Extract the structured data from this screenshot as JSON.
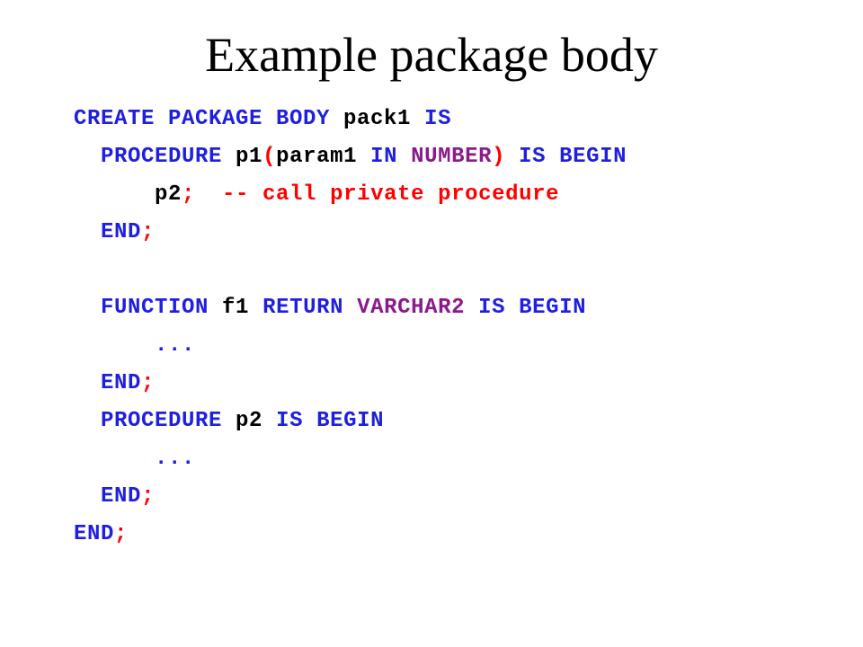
{
  "slide": {
    "title": "Example package body"
  },
  "colors": {
    "keyword": "#1f1fe0",
    "identifier": "#000000",
    "punctuation": "#ff0000",
    "type": "#8b1a8b",
    "comment": "#ff0000"
  },
  "code": {
    "lines": [
      {
        "indent": "",
        "tokens": [
          {
            "t": "CREATE PACKAGE BODY ",
            "k": "keyword"
          },
          {
            "t": "pack1 ",
            "k": "identifier"
          },
          {
            "t": "IS",
            "k": "keyword"
          }
        ]
      },
      {
        "indent": "  ",
        "tokens": [
          {
            "t": "PROCEDURE ",
            "k": "keyword"
          },
          {
            "t": "p1",
            "k": "identifier"
          },
          {
            "t": "(",
            "k": "punctuation"
          },
          {
            "t": "param1 ",
            "k": "identifier"
          },
          {
            "t": "IN ",
            "k": "keyword"
          },
          {
            "t": "NUMBER",
            "k": "type"
          },
          {
            "t": ") ",
            "k": "punctuation"
          },
          {
            "t": "IS BEGIN",
            "k": "keyword"
          }
        ]
      },
      {
        "indent": "      ",
        "tokens": [
          {
            "t": "p2",
            "k": "identifier"
          },
          {
            "t": ";  ",
            "k": "punctuation"
          },
          {
            "t": "-- call private procedure",
            "k": "comment"
          }
        ]
      },
      {
        "indent": "  ",
        "tokens": [
          {
            "t": "END",
            "k": "keyword"
          },
          {
            "t": ";",
            "k": "punctuation"
          }
        ]
      },
      {
        "indent": "",
        "tokens": []
      },
      {
        "indent": "  ",
        "tokens": [
          {
            "t": "FUNCTION ",
            "k": "keyword"
          },
          {
            "t": "f1 ",
            "k": "identifier"
          },
          {
            "t": "RETURN ",
            "k": "keyword"
          },
          {
            "t": "VARCHAR2 ",
            "k": "type"
          },
          {
            "t": "IS BEGIN",
            "k": "keyword"
          }
        ]
      },
      {
        "indent": "      ",
        "tokens": [
          {
            "t": "...",
            "k": "keyword"
          }
        ]
      },
      {
        "indent": "  ",
        "tokens": [
          {
            "t": "END",
            "k": "keyword"
          },
          {
            "t": ";",
            "k": "punctuation"
          }
        ]
      },
      {
        "indent": "  ",
        "tokens": [
          {
            "t": "PROCEDURE ",
            "k": "keyword"
          },
          {
            "t": "p2 ",
            "k": "identifier"
          },
          {
            "t": "IS BEGIN",
            "k": "keyword"
          }
        ]
      },
      {
        "indent": "      ",
        "tokens": [
          {
            "t": "...",
            "k": "keyword"
          }
        ]
      },
      {
        "indent": "  ",
        "tokens": [
          {
            "t": "END",
            "k": "keyword"
          },
          {
            "t": ";",
            "k": "punctuation"
          }
        ]
      },
      {
        "indent": "",
        "tokens": [
          {
            "t": "END",
            "k": "keyword"
          },
          {
            "t": ";",
            "k": "punctuation"
          }
        ]
      }
    ]
  }
}
